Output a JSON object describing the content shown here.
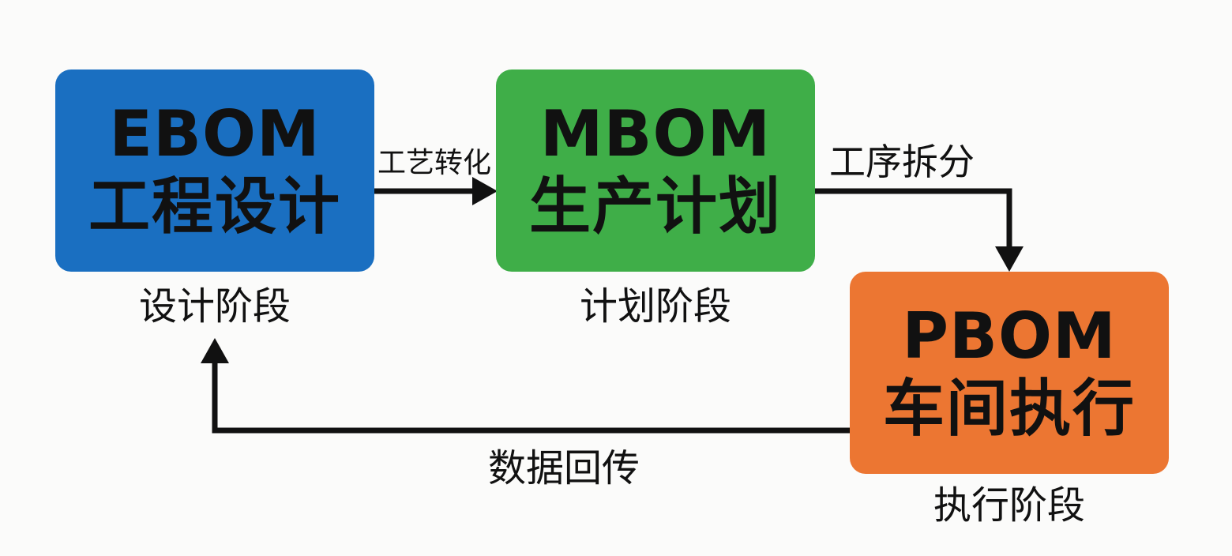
{
  "nodes": {
    "ebom": {
      "code": "EBOM",
      "title": "工程设计",
      "stage": "设计阶段",
      "color": "#1a6fc1"
    },
    "mbom": {
      "code": "MBOM",
      "title": "生产计划",
      "stage": "计划阶段",
      "color": "#3fae48"
    },
    "pbom": {
      "code": "PBOM",
      "title": "车间执行",
      "stage": "执行阶段",
      "color": "#ec7632"
    }
  },
  "edges": {
    "ebom_to_mbom": "工艺转化",
    "mbom_to_pbom": "工序拆分",
    "pbom_to_ebom": "数据回传"
  }
}
